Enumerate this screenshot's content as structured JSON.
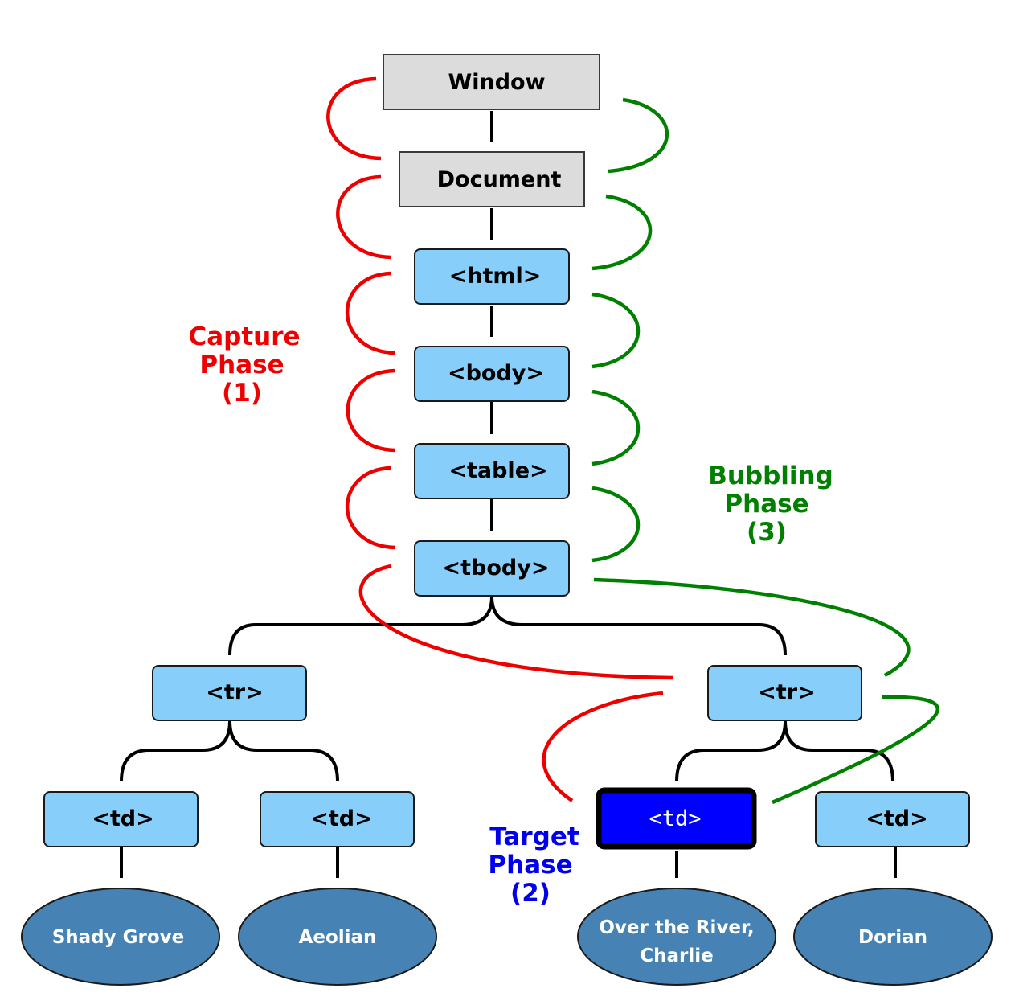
{
  "nodes": {
    "window": "Window",
    "document": "Document",
    "html": "<html>",
    "body": "<body>",
    "table": "<table>",
    "tbody": "<tbody>",
    "tr_left": "<tr>",
    "tr_right": "<tr>",
    "td_1": "<td>",
    "td_2": "<td>",
    "td_target": "<td>",
    "td_4": "<td>"
  },
  "leaves": {
    "leaf_1": "Shady Grove",
    "leaf_2": "Aeolian",
    "leaf_3_line1": "Over the River,",
    "leaf_3_line2": "Charlie",
    "leaf_4": "Dorian"
  },
  "phases": {
    "capture": {
      "line1": "Capture",
      "line2": "Phase",
      "line3": "(1)",
      "color": "#ee0000"
    },
    "target": {
      "line1": "Target",
      "line2": "Phase",
      "line3": "(2)",
      "color": "#0000ee"
    },
    "bubbling": {
      "line1": "Bubbling",
      "line2": "Phase",
      "line3": "(3)",
      "color": "#008000"
    }
  },
  "colors": {
    "gray_box": "#dcdcdc",
    "blue_box": "#87cefa",
    "target_box": "#0000ff",
    "leaf_ellipse": "#4682b4"
  }
}
